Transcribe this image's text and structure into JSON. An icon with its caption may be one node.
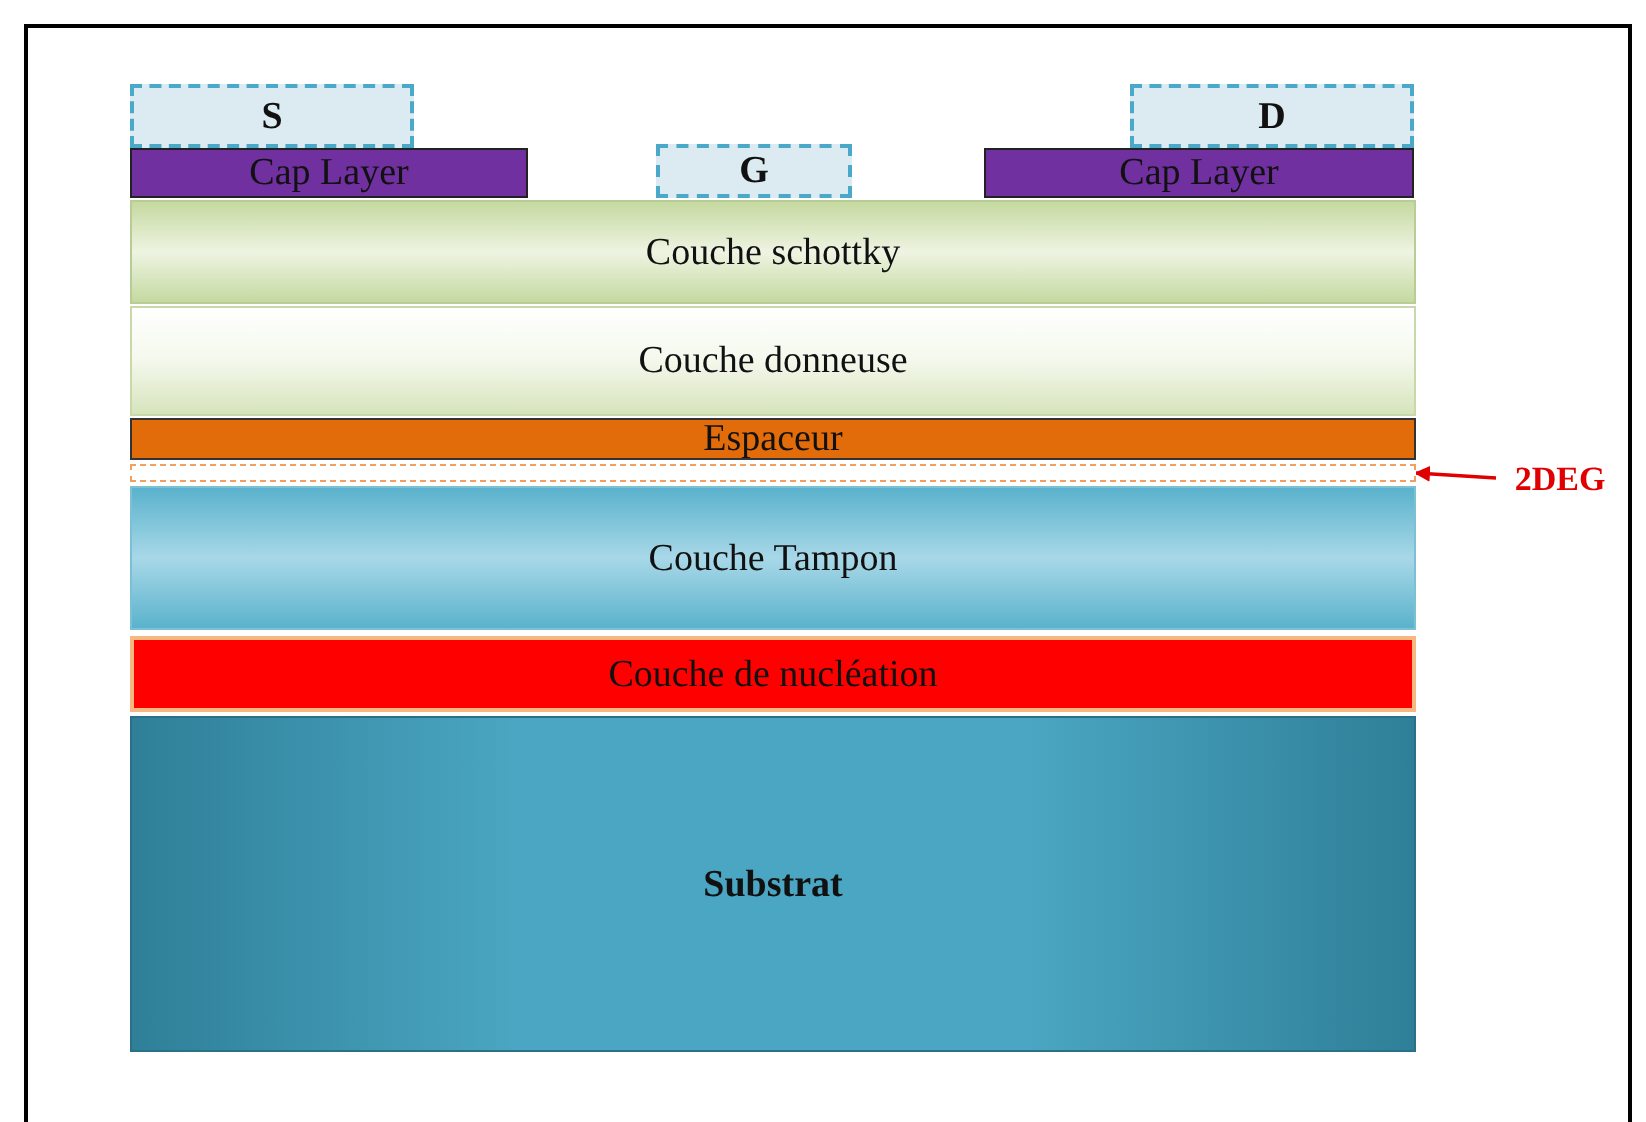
{
  "diagram": {
    "nodes": [
      {
        "text": [
          "S"
        ]
      },
      {
        "text": [
          "D"
        ]
      },
      {
        "text": [
          "Cap Layer"
        ]
      },
      {
        "text": [
          "G"
        ]
      },
      {
        "text": [
          "Cap Layer"
        ]
      },
      {
        "text": [
          "Couche schottky"
        ]
      },
      {
        "text": [
          "Couche donneuse"
        ]
      },
      {
        "text": [
          "Espaceur"
        ]
      },
      {
        "text": [],
        "shape": "bar"
      },
      {
        "text": [
          "Couche Tampon"
        ]
      },
      {
        "text": [
          "Couche de nucléation"
        ]
      },
      {
        "text": [
          "Substrat"
        ]
      },
      {
        "text": [
          "2DEG"
        ]
      }
    ],
    "edges": [
      {
        "from": 12,
        "to": 8,
        "arrow": "to"
      }
    ]
  }
}
